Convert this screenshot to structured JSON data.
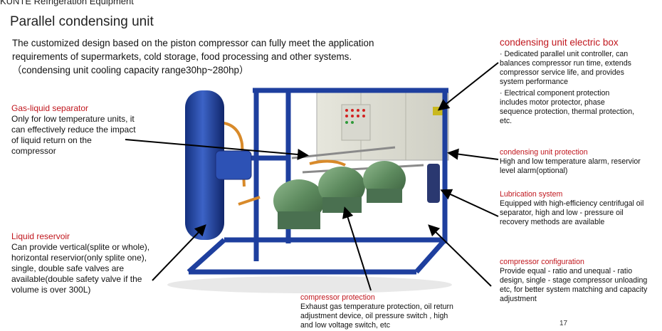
{
  "header": {
    "company": "KUNTE Refrigeration Equipment"
  },
  "page_title": "Parallel condensing unit",
  "intro": "The customized design based on the piston compressor can fully meet the application requirements of supermarkets, cold storage, food processing and other systems.（condensing unit cooling capacity range30hp~280hp）",
  "gas_liquid_separator": {
    "title": "Gas-liquid separator",
    "body": "Only for low temperature units, it can effectively reduce the impact of liquid return on the compressor"
  },
  "liquid_reservoir": {
    "title": "Liquid reservoir",
    "body": "Can provide vertical(splite or whole), horizontal reservior(only splite one), single, double safe valves are available(double safety valve if the volume is over 300L)"
  },
  "electric_box": {
    "title": "condensing unit electric box",
    "bullet_1": "·   Dedicated parallel unit controller, can balances compressor run time, extends compressor service life, and provides system performance",
    "bullet_2": "·   Electrical component protection includes motor protector, phase sequence protection, thermal protection, etc."
  },
  "unit_protection": {
    "title": "condensing unit protection",
    "body": "High and low temperature alarm, reservior level alarm(optional)"
  },
  "lubrication": {
    "title": "Lubrication system",
    "body": "Equipped with high-efficiency centrifugal oil separator, high and low - pressure oil recovery methods are available"
  },
  "compressor_configuration": {
    "title": "compressor configuration",
    "body": "Provide equal - ratio and unequal - ratio design, single - stage compressor unloading etc, for better system matching and capacity adjustment"
  },
  "compressor_protection": {
    "title": "compressor protection",
    "body": "Exhaust gas temperature protection, oil return adjustment device, oil pressure switch , high and low voltage switch, etc"
  },
  "page_number": "17",
  "colors": {
    "label_red": "#c0161d",
    "frame_blue": "#1e3f9e",
    "compressor_green": "#5d8a5e"
  }
}
